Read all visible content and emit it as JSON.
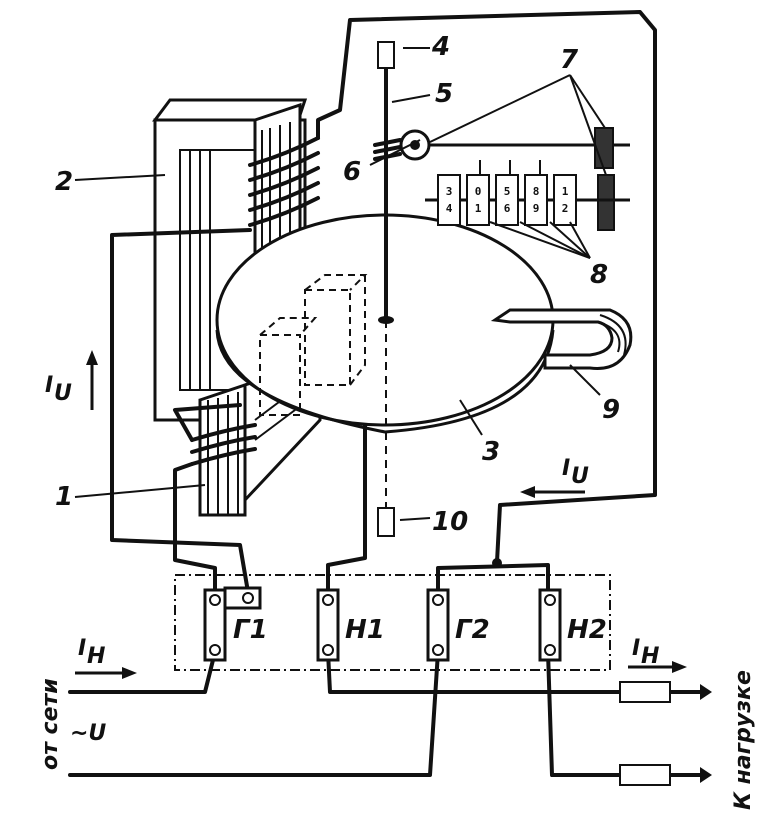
{
  "labels": {
    "n1": "1",
    "n2": "2",
    "n3": "3",
    "n4": "4",
    "n5": "5",
    "n6": "6",
    "n7": "7",
    "n8": "8",
    "n9": "9",
    "n10": "10"
  },
  "currents": {
    "voltage_coil_current": "I",
    "voltage_coil_sub": "U",
    "load_current": "I",
    "load_sub": "H"
  },
  "terminals": [
    "Г1",
    "Н1",
    "Г2",
    "Н2"
  ],
  "text": {
    "from_network": "от сети",
    "voltage": "~U",
    "to_load": "К нагрузке"
  },
  "counter_digits": [
    [
      "3",
      "4"
    ],
    [
      "0",
      "1"
    ],
    [
      "5",
      "6"
    ],
    [
      "8",
      "9"
    ],
    [
      "1",
      "2"
    ]
  ]
}
